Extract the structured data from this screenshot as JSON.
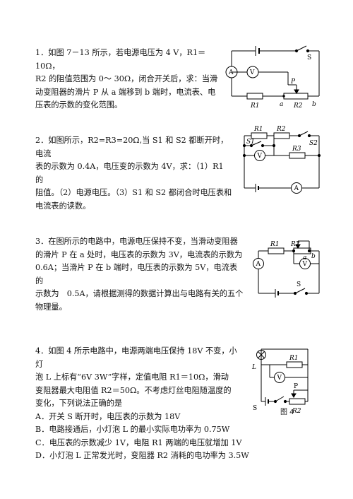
{
  "q1": {
    "text": [
      "1．如图 7－13 所示，若电源电压为 4 V，R1＝10Ω，",
      "R2 的阻值范围为 0～ 30Ω，闭合开关后，求：当滑",
      "动变阻器的滑片 P 从 a 端移到 b 端时，电流表、电",
      "压表的示数的变化范围。"
    ],
    "circuit_labels": {
      "switch": "S",
      "ammeter": "A",
      "voltmeter": "V",
      "slider": "P",
      "r1": "R1",
      "end_a": "a",
      "r2": "R2",
      "end_b": "b"
    }
  },
  "q2": {
    "text": [
      "2．如图所示，R2=R3=20Ω,当 S1 和 S2 都断开时，电流",
      "表的示数为 0.4A，电压变的示数为 4V，求：（1）R1 的",
      "阻值。（2）电源电压。（3）S1 和 S2 都闭合时电压表和",
      "电流表的读数。"
    ],
    "circuit_labels": {
      "r1": "R1",
      "r2": "R2",
      "s1": "S1",
      "s2": "S2",
      "r3": "R3",
      "voltmeter": "V",
      "ammeter": "A"
    }
  },
  "q3": {
    "text": [
      "3．在图所示的电路中，电源电压保持不变，当滑动变阻器",
      "的滑片 P 在 a 处时，电压表的示数为 3V，电流表的示数为",
      "0.6A；当滑片 P 在 b 端时，电压表的示数为 5V，电流表的",
      "示数为　0.5A，请根据测得的数据计算出与电路有关的五个",
      "物理量。"
    ],
    "circuit_labels": {
      "r1": "R1",
      "r2": "R2",
      "end_a": "a",
      "end_b": "b",
      "ammeter": "A",
      "voltmeter": "V",
      "switch": "S"
    }
  },
  "q4": {
    "text": [
      "4．如图 4 所示电路中，电源两端电压保持 18V 不变，小",
      "灯",
      "泡 L 上标有“6V 3W”字样，定值电阻 R1＝10Ω，滑动",
      "变阻器最大电阻值 R2＝50Ω。不考虑灯丝电阻随温度的",
      "变化，下列说法正确的是"
    ],
    "options": [
      "A．开关 S 断开时，电压表的示数为 18V",
      "B．电路接通后，小灯泡 L 的最小实际电功率为 0.75W",
      "C．电压表的示数减少 1V，电阻 R1 两端的电压就增加 1V",
      "D．小灯泡 L 正常发光时，变阻器 R2 消耗的电功率为 3.5W"
    ],
    "circuit_labels": {
      "lamp": "L",
      "r1": "R1",
      "voltmeter": "V",
      "switch": "S",
      "slider": "P",
      "r2": "R2"
    },
    "figure_caption": "图 4"
  }
}
